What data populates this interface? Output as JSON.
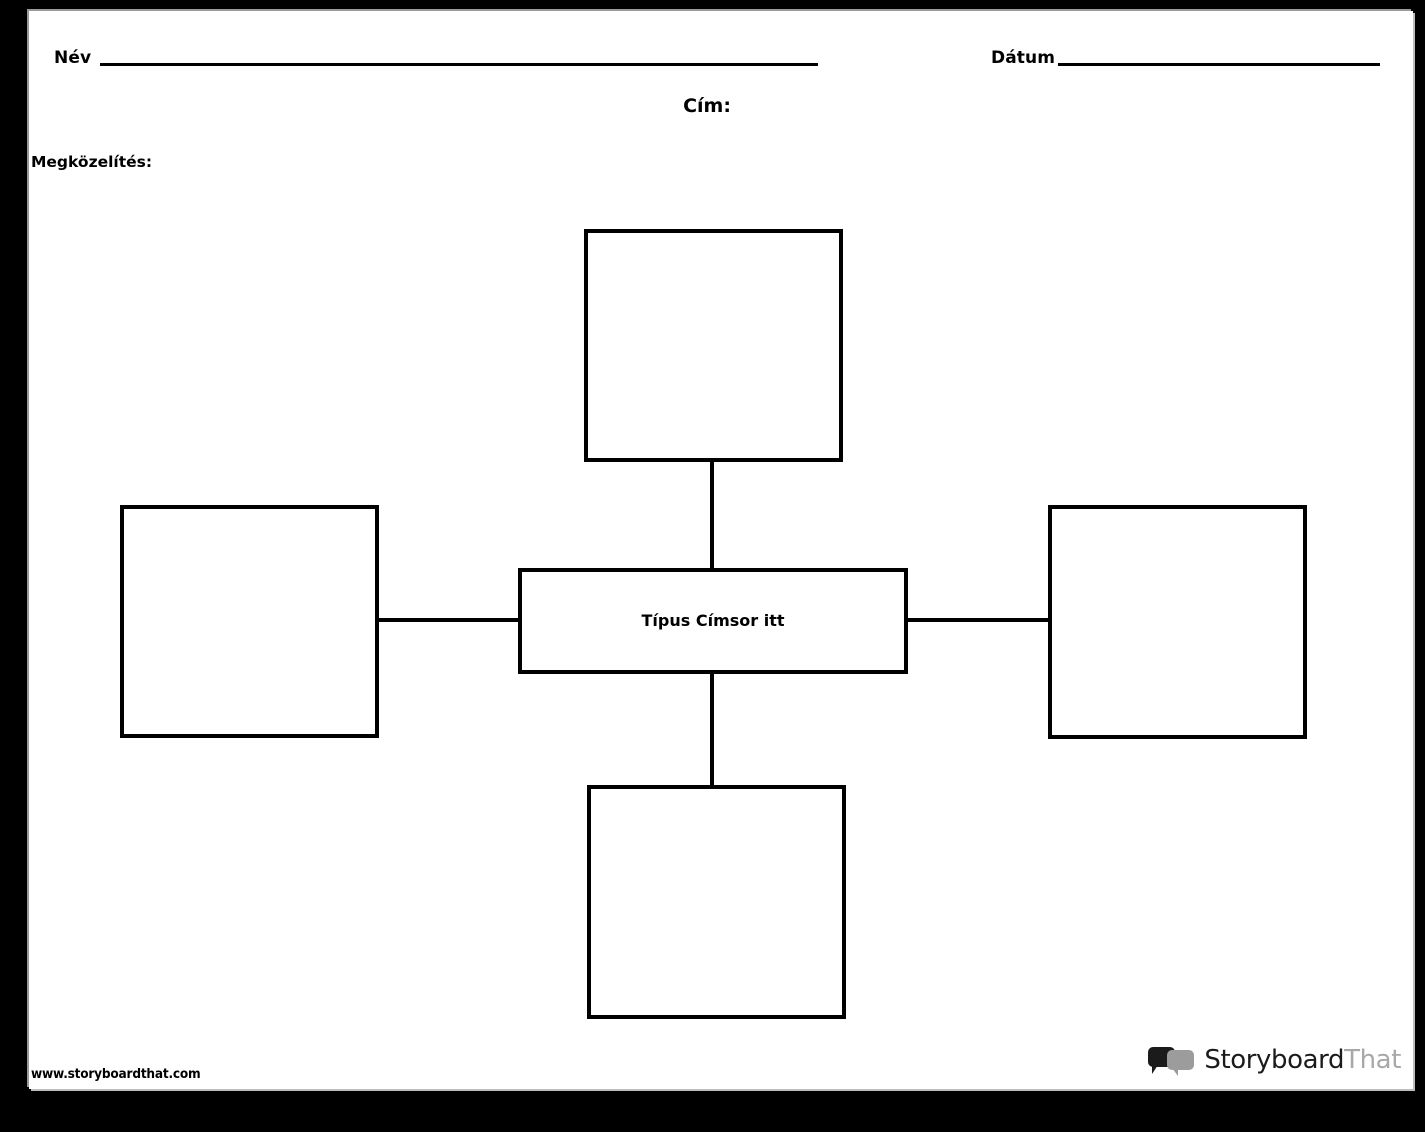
{
  "worksheet": {
    "header": {
      "name_label": "Név",
      "date_label": "Dátum"
    },
    "title_label": "Cím:",
    "prompt_label": "Megközelítés:",
    "diagram": {
      "type": "spider-web-concept-map",
      "center": {
        "id": "node-center",
        "label": "Típus Címsor itt"
      },
      "branches": [
        {
          "id": "node-top",
          "position": "top",
          "label": ""
        },
        {
          "id": "node-left",
          "position": "left",
          "label": ""
        },
        {
          "id": "node-right",
          "position": "right",
          "label": ""
        },
        {
          "id": "node-bottom",
          "position": "bottom",
          "label": ""
        }
      ],
      "connector_count": 4
    },
    "footer": {
      "url": "www.storyboardthat.com",
      "brand_primary": "Storyboard",
      "brand_secondary": "That"
    },
    "colors": {
      "page_background": "#ffffff",
      "frame": "#000000",
      "stroke": "#000000",
      "brand_dark": "#1b1b1b",
      "brand_light": "#a8a8a8"
    }
  }
}
